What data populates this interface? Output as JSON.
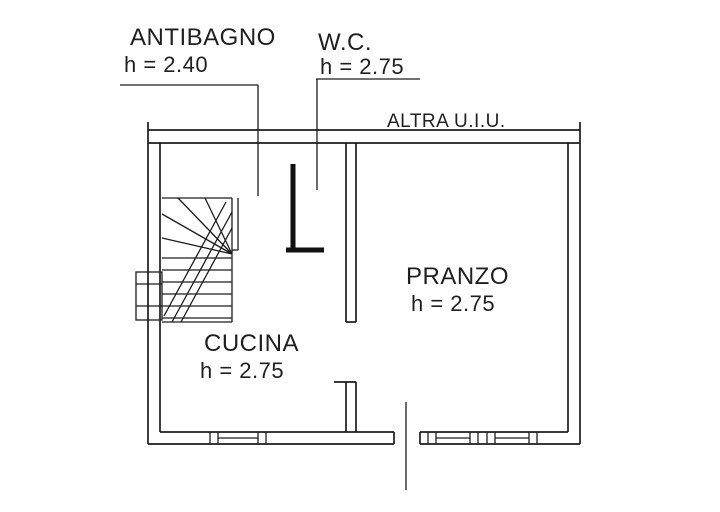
{
  "plan": {
    "unit_label": "ALTRA U.I.U.",
    "rooms": {
      "antibagno": {
        "name": "ANTIBAGNO",
        "height": "h = 2.40"
      },
      "wc": {
        "name": "W.C.",
        "height": "h = 2.75"
      },
      "pranzo": {
        "name": "PRANZO",
        "height": "h = 2.75"
      },
      "cucina": {
        "name": "CUCINA",
        "height": "h = 2.75"
      }
    }
  }
}
